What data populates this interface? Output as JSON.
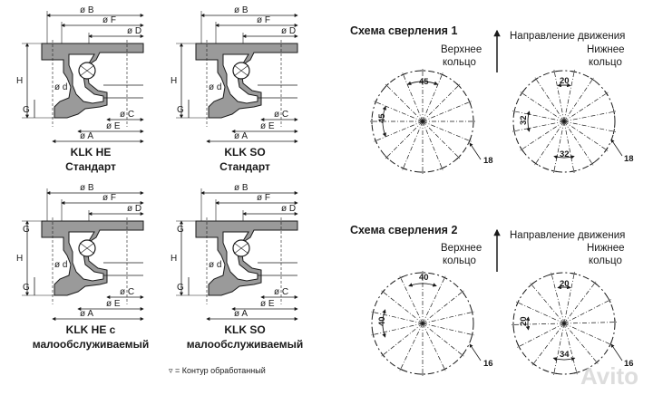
{
  "sections": [
    {
      "dims": {
        "b": "ø B",
        "f": "ø F",
        "d": "ø D",
        "h": "H",
        "g": "G",
        "d1": "ø d",
        "c": "ø C",
        "e": "ø E",
        "a": "ø A"
      },
      "caption1": "KLK HE",
      "caption2": "Стандарт"
    },
    {
      "dims": {
        "b": "ø B",
        "f": "ø F",
        "d": "ø D",
        "h": "H",
        "g": "G",
        "d1": "ø d",
        "c": "ø C",
        "e": "ø E",
        "a": "ø A"
      },
      "caption1": "KLK SO",
      "caption2": "Стандарт"
    },
    {
      "dims": {
        "b": "ø B",
        "f": "ø F",
        "d": "ø D",
        "h": "H",
        "g": "G",
        "d1": "ø d",
        "c": "ø C",
        "e": "ø E",
        "a": "ø A",
        "g2": "G"
      },
      "caption1": "KLK HE  с",
      "caption2": "малообслуживаемый"
    },
    {
      "dims": {
        "b": "ø B",
        "f": "ø F",
        "d": "ø D",
        "h": "H",
        "g": "G",
        "d1": "ø d",
        "c": "ø C",
        "e": "ø E",
        "a": "ø A",
        "g2": "G"
      },
      "caption1": "KLK SO",
      "caption2": "малообслуживаемый"
    }
  ],
  "legend": "▿ = Контур обработанный",
  "scheme1": {
    "title": "Схема сверления 1",
    "direction": "Направление движения",
    "upper_label_1": "Верхнее",
    "upper_label_2": "кольцо",
    "lower_label_1": "Нижнее",
    "lower_label_2": "кольцо",
    "upper_angle_top": "45",
    "upper_angle_left": "45",
    "upper_holes": "18",
    "lower_angle_top": "20",
    "lower_angle_left": "32",
    "lower_angle_bottom": "32",
    "lower_holes": "18"
  },
  "scheme2": {
    "title": "Схема сверления 2",
    "direction": "Направление движения",
    "upper_label_1": "Верхнее",
    "upper_label_2": "кольцо",
    "lower_label_1": "Нижнее",
    "lower_label_2": "кольцо",
    "upper_angle_top": "40",
    "upper_angle_left": "40",
    "upper_holes": "16",
    "lower_angle_top": "20",
    "lower_angle_left": "20",
    "lower_angle_bottom": "34",
    "lower_holes": "16"
  },
  "watermark": "Avito"
}
